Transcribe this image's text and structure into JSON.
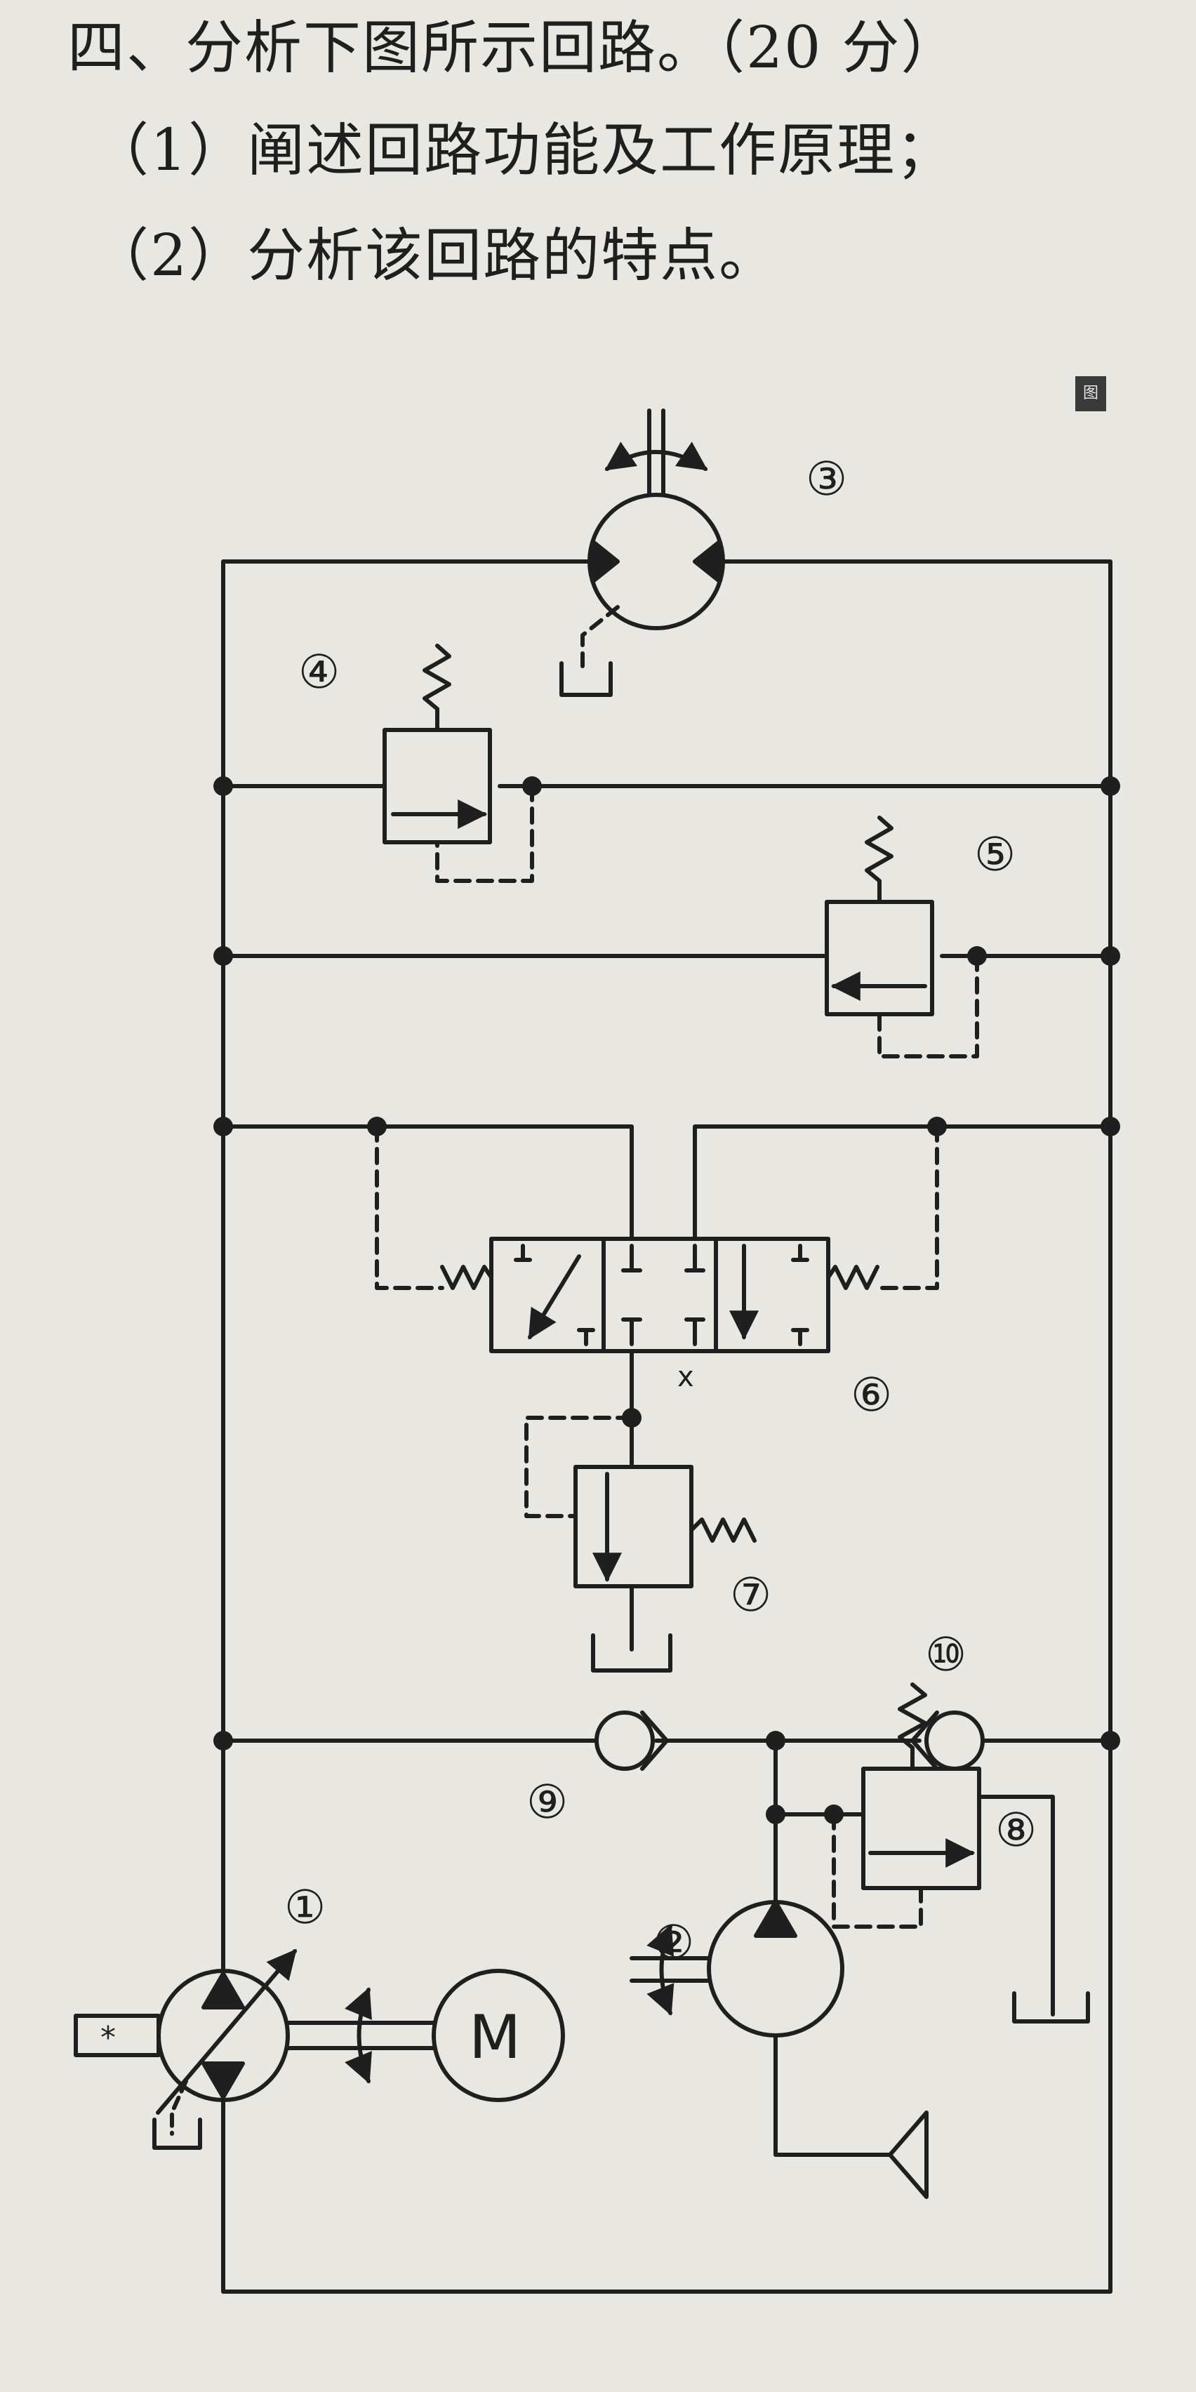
{
  "question": {
    "title": "四、分析下图所示回路。（20 分）",
    "items": [
      "（1）阐述回路功能及工作原理；",
      "（2）分析该回路的特点。"
    ]
  },
  "figure_mark": "图",
  "labels": {
    "c1": "①",
    "c2": "②",
    "c3": "③",
    "c4": "④",
    "c5": "⑤",
    "c6": "⑥",
    "c7": "⑦",
    "c8": "⑧",
    "c9": "⑨",
    "c10": "⑩",
    "x": "x",
    "motor": "M"
  },
  "colors": {
    "line": "#1f1f1f",
    "paper": "#e9e7e1"
  }
}
